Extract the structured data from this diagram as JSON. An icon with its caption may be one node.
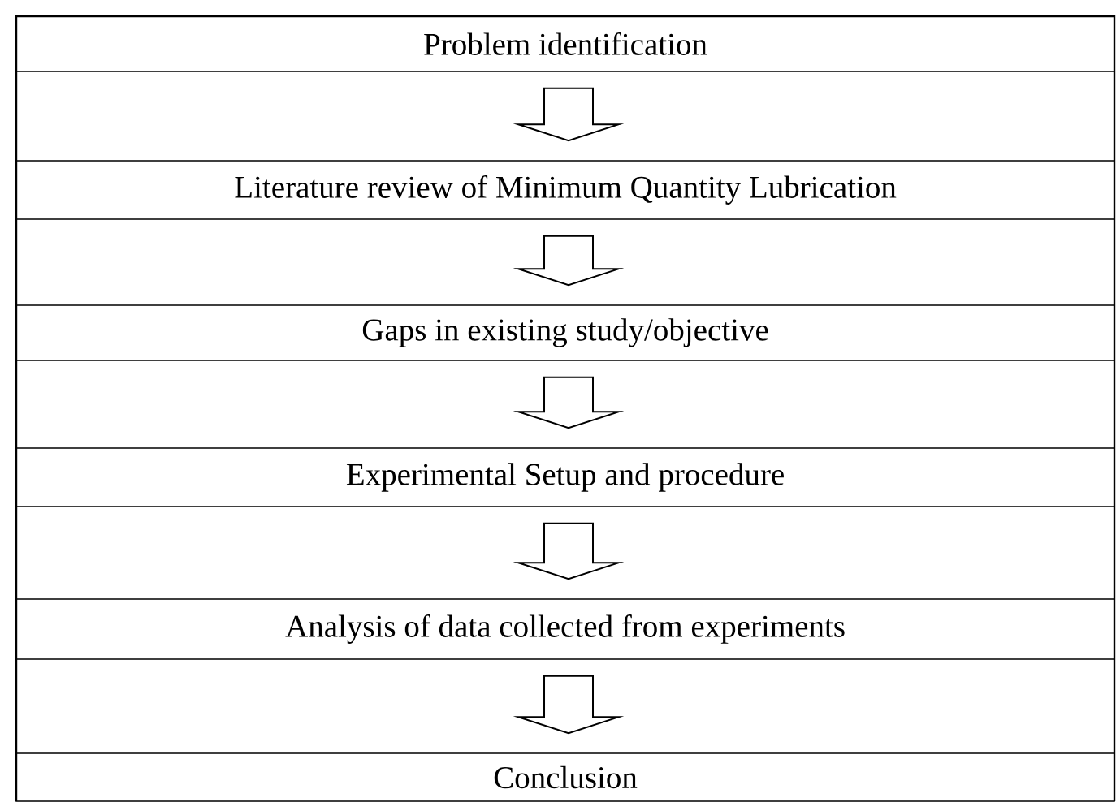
{
  "diagram": {
    "nodes": [
      {
        "text": [
          "Problem identification"
        ]
      },
      {
        "text": [
          "Literature review of  Minimum Quantity Lubrication"
        ]
      },
      {
        "text": [
          "Gaps in existing study/objective"
        ]
      },
      {
        "text": [
          "Experimental Setup and procedure"
        ]
      },
      {
        "text": [
          "Analysis of data collected  from experiments"
        ]
      },
      {
        "text": [
          "Conclusion"
        ]
      }
    ],
    "edges": [
      {
        "from": 0,
        "to": 1,
        "arrow": "to"
      },
      {
        "from": 1,
        "to": 2,
        "arrow": "to"
      },
      {
        "from": 2,
        "to": 3,
        "arrow": "to"
      },
      {
        "from": 3,
        "to": 4,
        "arrow": "to"
      },
      {
        "from": 4,
        "to": 5,
        "arrow": "to"
      }
    ]
  }
}
